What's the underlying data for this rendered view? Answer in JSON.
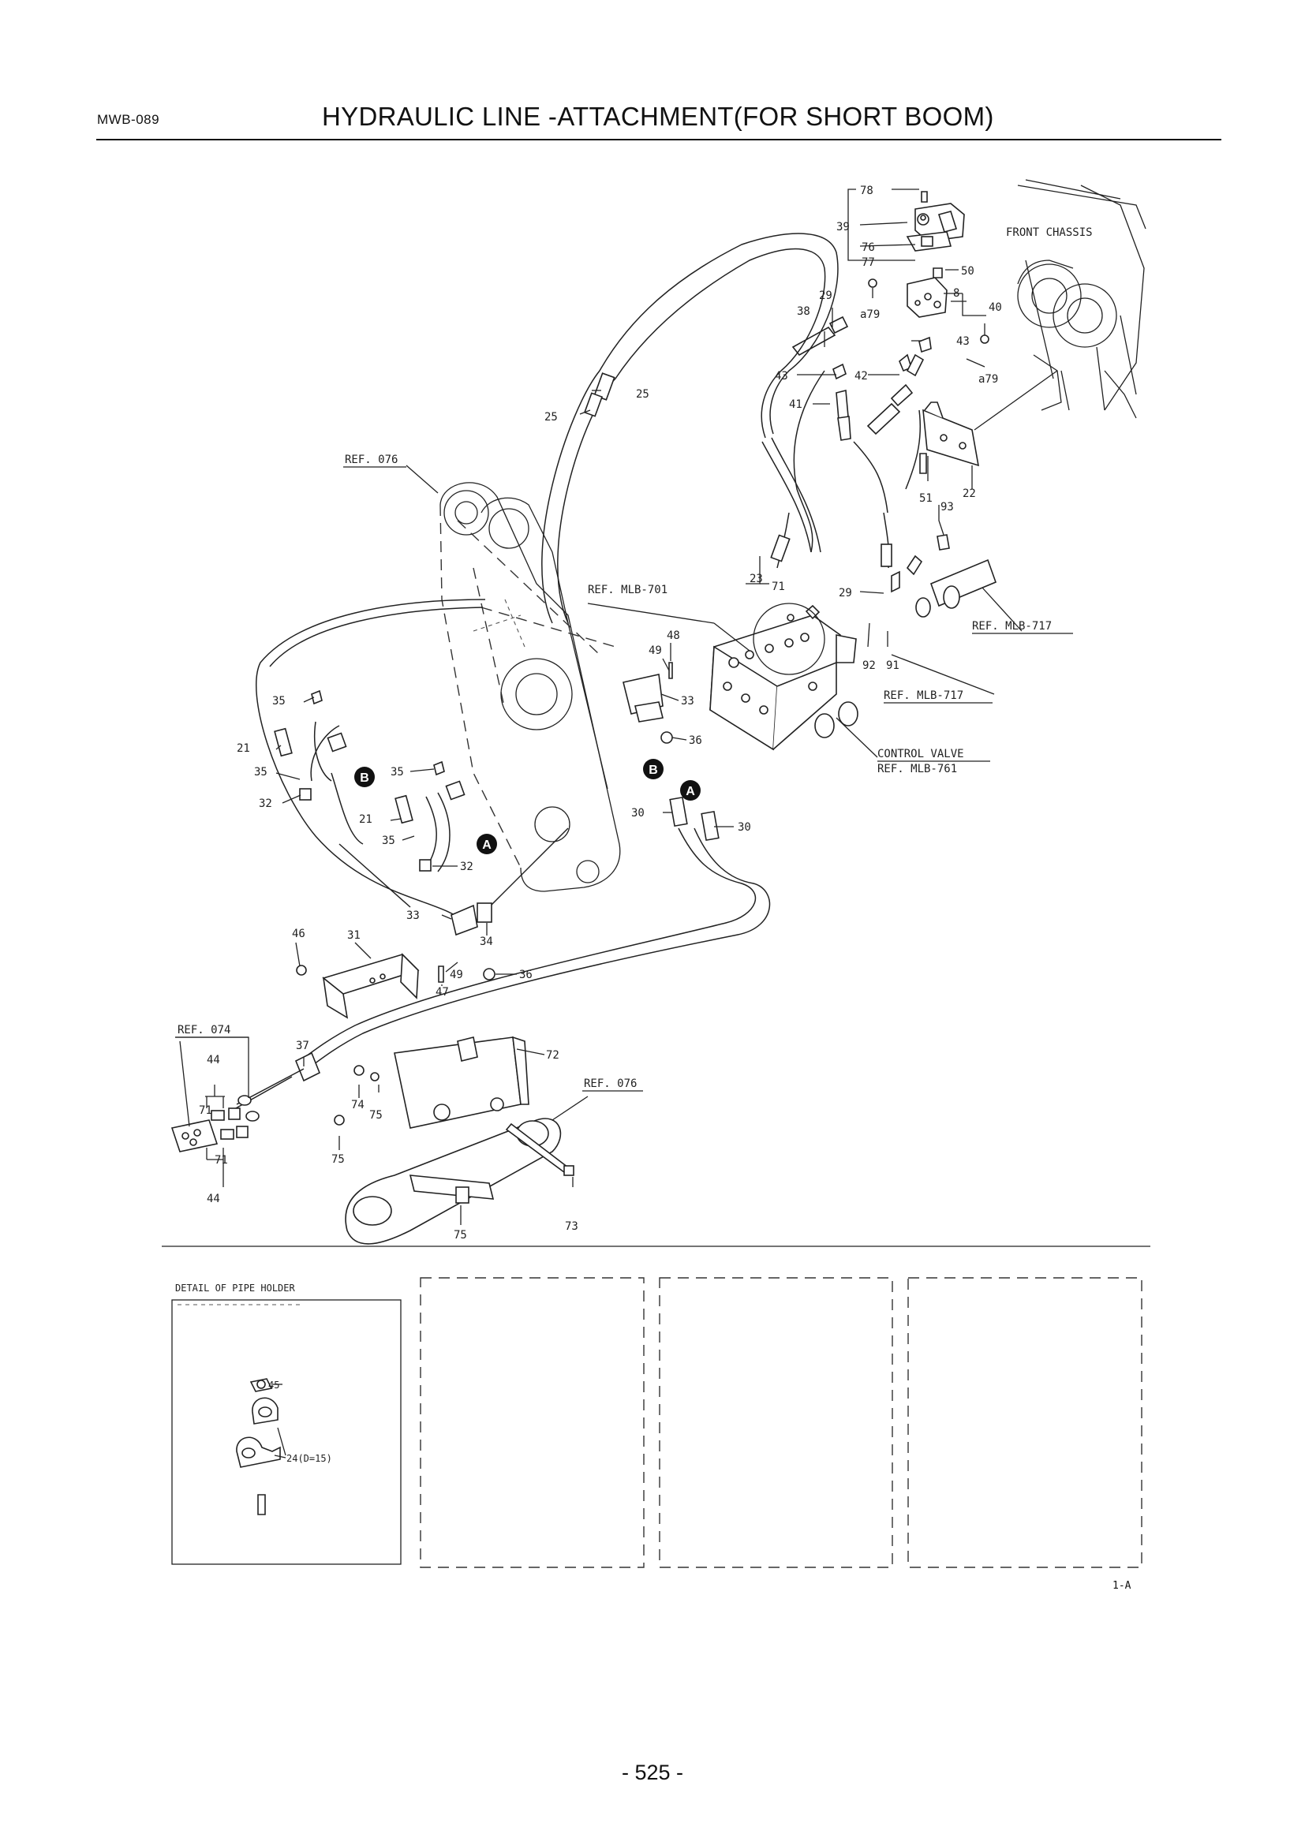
{
  "header": {
    "code": "MWB-089",
    "title": "HYDRAULIC LINE -ATTACHMENT(FOR SHORT BOOM)"
  },
  "diagram": {
    "refs": {
      "front_chassis": "FRONT CHASSIS",
      "ref_076_top": "REF. 076",
      "ref_mlb_701": "REF. MLB-701",
      "ref_mlb_717_a": "REF. MLB-717",
      "ref_mlb_717_b": "REF. MLB-717",
      "control_valve": "CONTROL VALVE",
      "ref_mlb_761": "REF. MLB-761",
      "ref_074": "REF. 074",
      "ref_076_bottom": "REF. 076"
    },
    "callouts": {
      "p78": "78",
      "p39": "39",
      "p76": "76",
      "p77": "77",
      "p50": "50",
      "p8": "8",
      "p40": "40",
      "p29a": "29",
      "p38": "38",
      "pa79a": "a79",
      "p43a": "43",
      "pa79b": "a79",
      "p43b": "43",
      "p42": "42",
      "p41": "41",
      "p25a": "25",
      "p25b": "25",
      "p22": "22",
      "p51": "51",
      "p93": "93",
      "p23": "23",
      "p71a": "71",
      "p29b": "29",
      "p91": "91",
      "p92": "92",
      "p48": "48",
      "p49a": "49",
      "p33a": "33",
      "p36a": "36",
      "p35a": "35",
      "p21a": "21",
      "p35b": "35",
      "p32a": "32",
      "p35c": "35",
      "p21b": "21",
      "p35d": "35",
      "p32b": "32",
      "p30a": "30",
      "p30b": "30",
      "p33b": "33",
      "p34": "34",
      "p46": "46",
      "p31": "31",
      "p49b": "49",
      "p36b": "36",
      "p47": "47",
      "p37": "37",
      "p72": "72",
      "p44a": "44",
      "p71b": "71",
      "p74": "74",
      "p75a": "75",
      "p75b": "75",
      "p71c": "71",
      "p44b": "44",
      "p73": "73",
      "p75c": "75"
    },
    "markers": {
      "a1": "A",
      "a2": "A",
      "b1": "B",
      "b2": "B"
    }
  },
  "detail": {
    "title": "DETAIL OF PIPE HOLDER",
    "p45": "45",
    "p24": "24(D=15)"
  },
  "footer": {
    "sheet": "1-A",
    "page_number": "- 525 -"
  }
}
